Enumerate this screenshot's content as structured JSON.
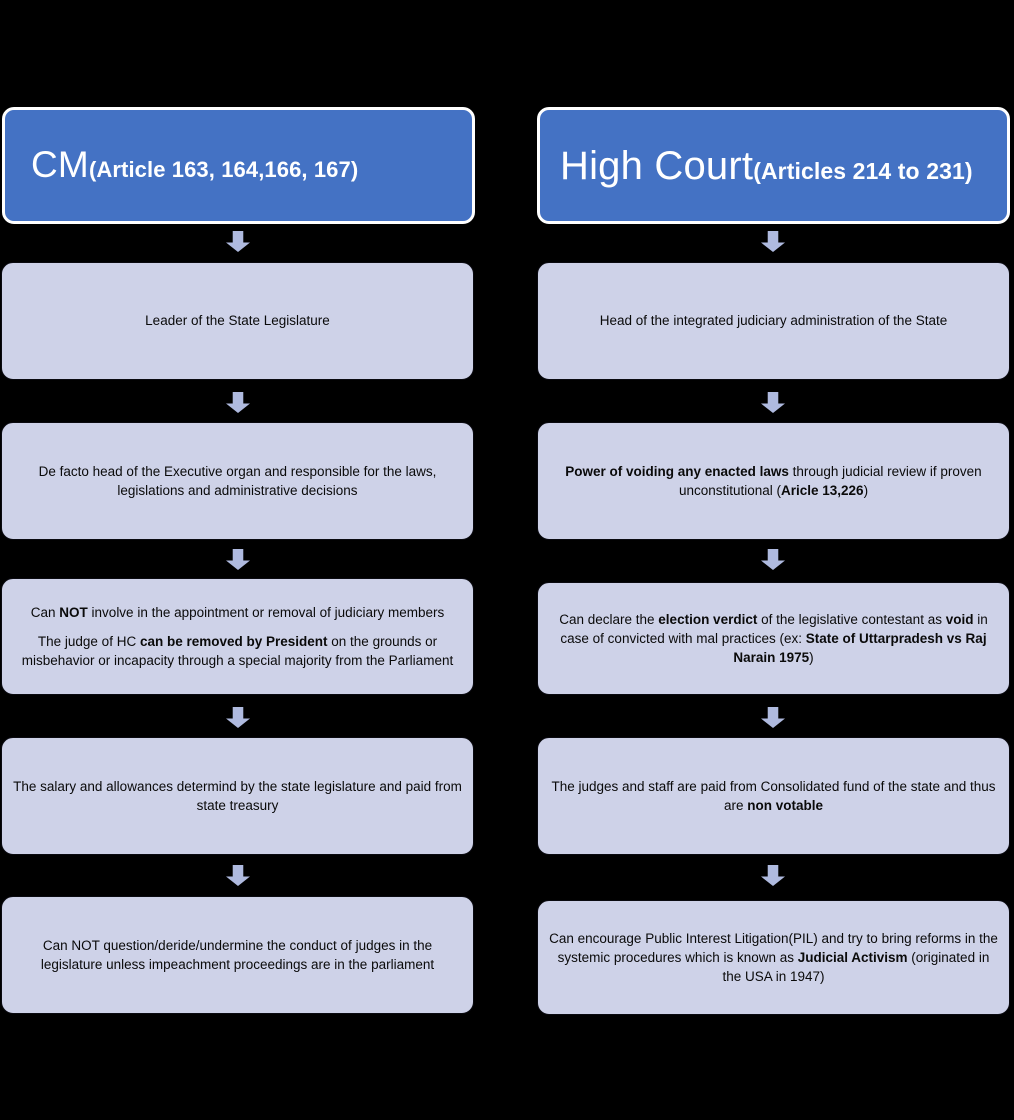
{
  "diagram": {
    "title": "State Executive (CM) vs High Court comparison flowchart",
    "background_color": "#000000",
    "header_color": "#4472C4",
    "box_color": "#CED2E8",
    "arrow_color": "#AFBADF",
    "text_color": "#0A0A0A"
  },
  "columns": [
    {
      "id": "cm",
      "header": {
        "title": "CM",
        "subtitle": "(Article 163, 164,166, 167)"
      },
      "arrow_icon": "down-arrow-icon",
      "steps": [
        {
          "id": "cm-step-1",
          "paragraphs": [
            [
              {
                "text": "Leader of the State Legislature",
                "bold": false
              }
            ]
          ]
        },
        {
          "id": "cm-step-2",
          "paragraphs": [
            [
              {
                "text": "De facto head of the Executive organ and responsible  for the laws, legislations and administrative decisions",
                "bold": false
              }
            ]
          ]
        },
        {
          "id": "cm-step-3",
          "paragraphs": [
            [
              {
                "text": "Can ",
                "bold": false
              },
              {
                "text": "NOT",
                "bold": true
              },
              {
                "text": " involve in the appointment  or removal of judiciary members",
                "bold": false
              }
            ],
            [
              {
                "text": "The judge of HC ",
                "bold": false
              },
              {
                "text": "can be removed by President",
                "bold": true
              },
              {
                "text": " on the grounds or misbehavior or incapacity through a special majority from the Parliament",
                "bold": false
              }
            ]
          ]
        },
        {
          "id": "cm-step-4",
          "paragraphs": [
            [
              {
                "text": "The salary and allowances determind by the state legislature and paid from state treasury",
                "bold": false
              }
            ]
          ]
        },
        {
          "id": "cm-step-5",
          "paragraphs": [
            [
              {
                "text": "Can NOT question/deride/undermine  the conduct of judges in the legislature unless impeachment proceedings  are in the parliament",
                "bold": false
              }
            ]
          ]
        }
      ]
    },
    {
      "id": "high-court",
      "header": {
        "title": "High Court",
        "subtitle": "(Articles 214 to 231)"
      },
      "arrow_icon": "down-arrow-icon",
      "steps": [
        {
          "id": "hc-step-1",
          "paragraphs": [
            [
              {
                "text": "Head of the integrated judiciary administration of the State",
                "bold": false
              }
            ]
          ]
        },
        {
          "id": "hc-step-2",
          "paragraphs": [
            [
              {
                "text": "Power of voiding any enacted laws",
                "bold": true
              },
              {
                "text": " through  judicial review if proven unconstitutional (",
                "bold": false
              },
              {
                "text": "Aricle  13,226",
                "bold": true
              },
              {
                "text": ")",
                "bold": false
              }
            ]
          ]
        },
        {
          "id": "hc-step-3",
          "paragraphs": [
            [
              {
                "text": "Can declare the ",
                "bold": false
              },
              {
                "text": "election verdict",
                "bold": true
              },
              {
                "text": " of the legislative contestant as ",
                "bold": false
              },
              {
                "text": "void",
                "bold": true
              },
              {
                "text": " in case of convicted with mal practices (ex: ",
                "bold": false
              },
              {
                "text": "State of Uttarpradesh vs Raj Narain 1975",
                "bold": true
              },
              {
                "text": ")",
                "bold": false
              }
            ]
          ]
        },
        {
          "id": "hc-step-4",
          "paragraphs": [
            [
              {
                "text": "The judges and staff are paid from Consolidated fund of the state and thus are ",
                "bold": false
              },
              {
                "text": "non votable",
                "bold": true
              }
            ]
          ]
        },
        {
          "id": "hc-step-5",
          "paragraphs": [
            [
              {
                "text": "Can encourage Public Interest Litigation(PIL) and try to bring reforms in the systemic procedures which is known as ",
                "bold": false
              },
              {
                "text": "Judicial Activism",
                "bold": true
              },
              {
                "text": " (originated in the USA in 1947)",
                "bold": false
              }
            ]
          ]
        }
      ]
    }
  ]
}
